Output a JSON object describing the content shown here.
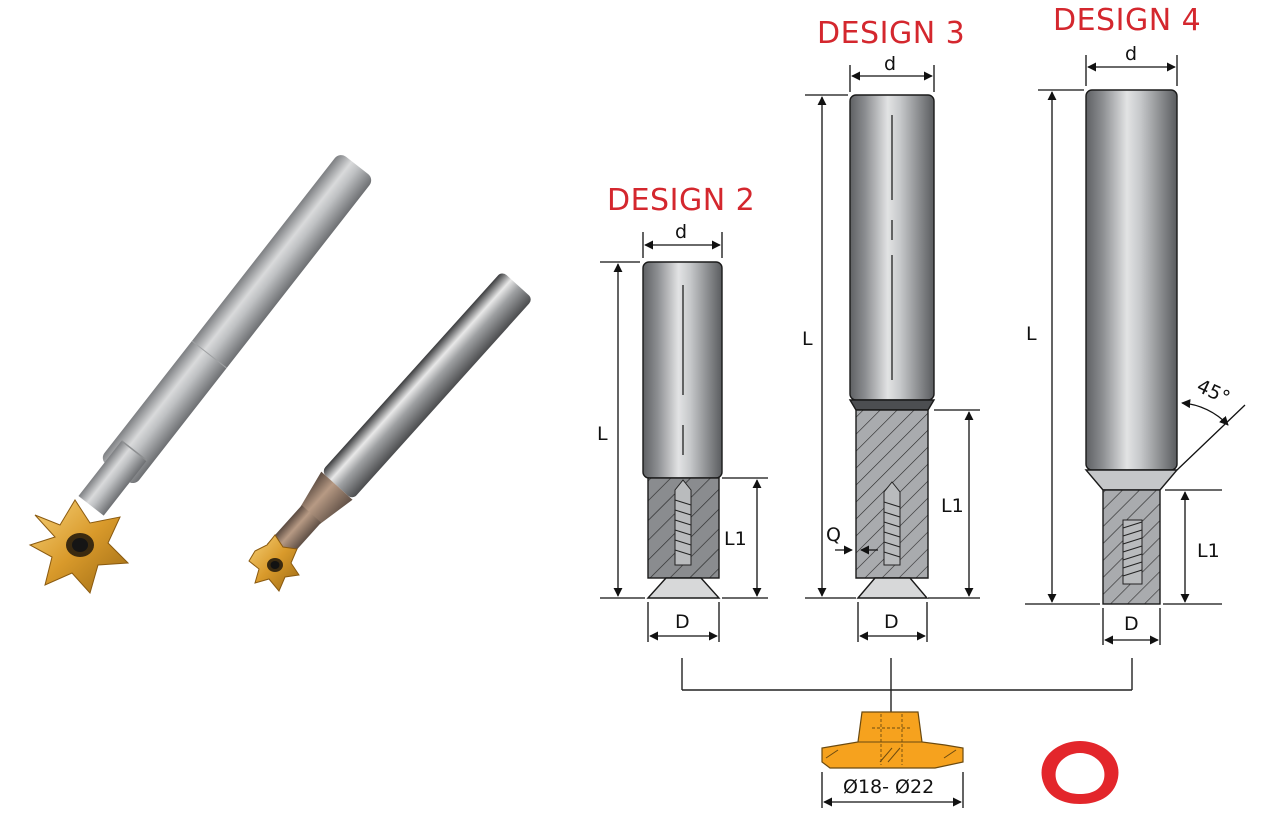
{
  "colors": {
    "design_title": "#d4272e",
    "insert_orange": "#f6a21e",
    "profile_red": "#e3262b",
    "shank_dark": "#6b6d70",
    "shank_light": "#d4d6d8"
  },
  "designs": [
    {
      "title": "DESIGN 2",
      "dims": {
        "d": "d",
        "L": "L",
        "L1": "L1",
        "D": "D"
      }
    },
    {
      "title": "DESIGN 3",
      "dims": {
        "d": "d",
        "L": "L",
        "L1": "L1",
        "D": "D",
        "Q": "Q"
      }
    },
    {
      "title": "DESIGN 4",
      "dims": {
        "d": "d",
        "L": "L",
        "L1": "L1",
        "D": "D",
        "angle": "45°"
      }
    }
  ],
  "insert": {
    "diameter_label": "Ø18- Ø22"
  },
  "icons": [
    "cutter-photo-large",
    "cutter-photo-small",
    "insert-icon",
    "trigon-profile-icon"
  ]
}
